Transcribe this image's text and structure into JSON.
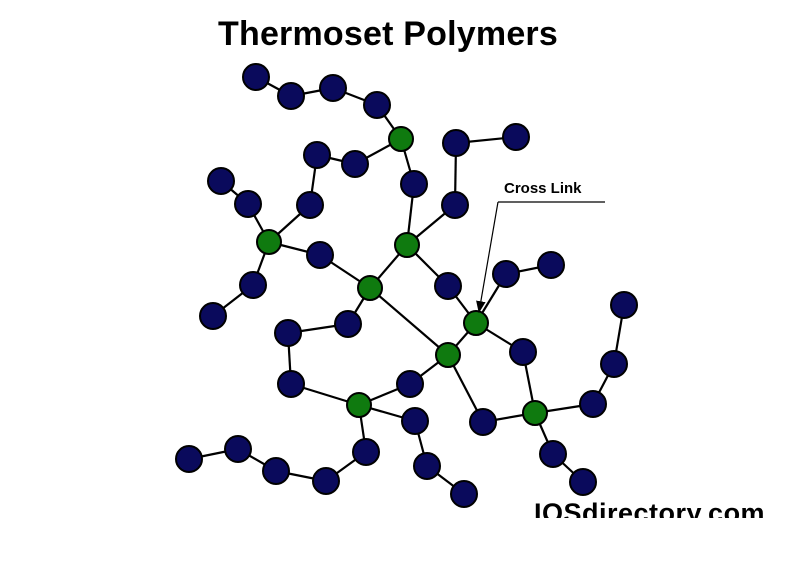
{
  "diagram": {
    "title": "Thermoset Polymers",
    "callout_label": "Cross Link",
    "watermark": "IQSdirectory.com"
  },
  "colors": {
    "monomer": "#0a0a5c",
    "crosslink": "#0f7a0f",
    "outline": "#000000",
    "bond": "#000000"
  },
  "legend_semantics": {
    "monomer_node": "dark-blue-circle",
    "crosslink_node": "green-circle"
  }
}
